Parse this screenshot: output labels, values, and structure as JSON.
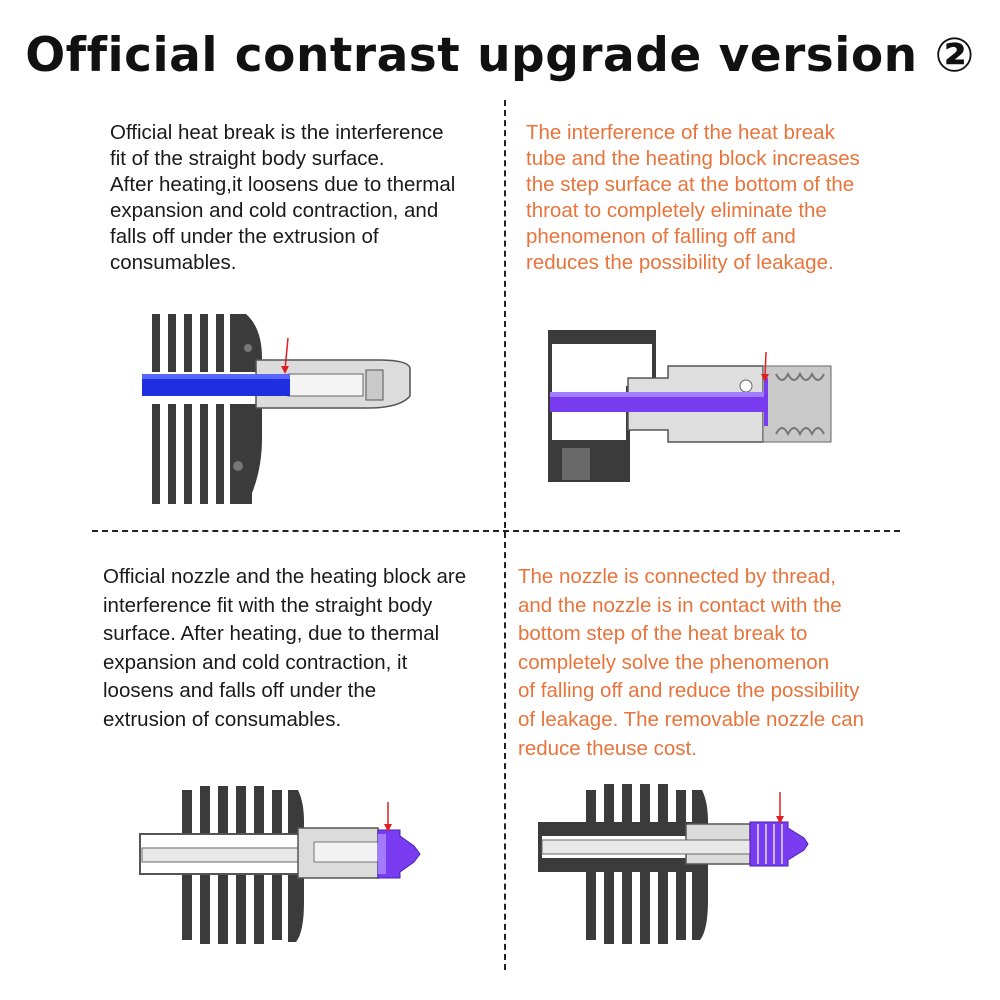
{
  "title": "Official contrast upgrade version ②",
  "panels": {
    "top_left": {
      "lines": [
        "Official heat break is the interference",
        "fit of the straight body surface.",
        "After heating,it loosens due to thermal",
        "expansion and cold contraction, and",
        "falls off under the extrusion of",
        "consumables."
      ]
    },
    "top_right": {
      "lines": [
        "The interference of the heat break",
        "tube and the heating block increases",
        "the step surface at the bottom of the",
        "throat to completely eliminate the",
        "phenomenon of falling off and",
        "reduces the possibility of leakage."
      ]
    },
    "bottom_left": {
      "lines": [
        "Official nozzle and the heating block are",
        "interference fit with the straight body",
        "surface. After heating, due to thermal",
        "expansion and cold contraction, it",
        "loosens and falls off under the",
        "extrusion of consumables."
      ]
    },
    "bottom_right": {
      "lines": [
        "The nozzle is connected by thread,",
        "and the nozzle is in contact with the",
        "bottom step of the heat break to",
        "completely solve the phenomenon",
        "of falling off and reduce the possibility",
        "of leakage. The removable nozzle can",
        "reduce theuse cost."
      ]
    }
  },
  "colors": {
    "text_dark": "#1a1a1a",
    "accent_orange": "#e8743b",
    "blue_tube": "#1f2fe0",
    "purple_tube": "#7a3cf0",
    "heatsink_dark": "#3b3b3b",
    "metal_light": "#d8d8d8",
    "arrow_red": "#e02020"
  }
}
